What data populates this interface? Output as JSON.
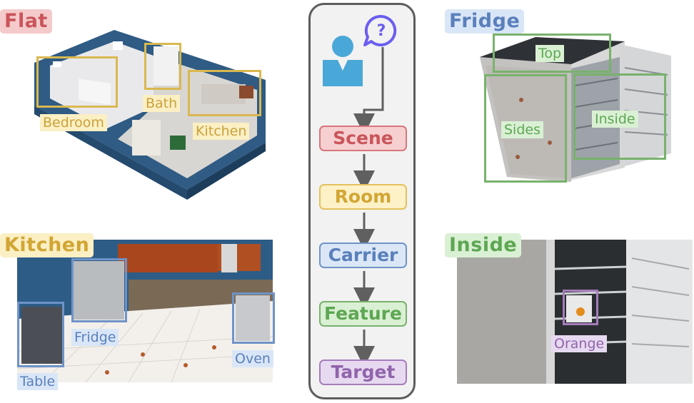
{
  "flat": {
    "tag": "Flat",
    "bedroom": "Bedroom",
    "bath": "Bath",
    "kitchen": "Kitchen"
  },
  "fridge": {
    "tag": "Fridge",
    "top": "Top",
    "sides": "Sides",
    "inside": "Inside"
  },
  "kitchen": {
    "tag": "Kitchen",
    "fridge": "Fridge",
    "table": "Table",
    "oven": "Oven"
  },
  "inside": {
    "tag": "Inside",
    "orange": "Orange"
  },
  "flow": {
    "steps": [
      "Scene",
      "Room",
      "Carrier",
      "Feature",
      "Target"
    ]
  },
  "colors": {
    "scene": "#d9767a",
    "room": "#e4c15e",
    "carrier": "#6f93c8",
    "feature": "#78b26c",
    "target": "#a57cbc",
    "user_icon": "#4aa8d8",
    "question_icon": "#6b5ef0"
  }
}
